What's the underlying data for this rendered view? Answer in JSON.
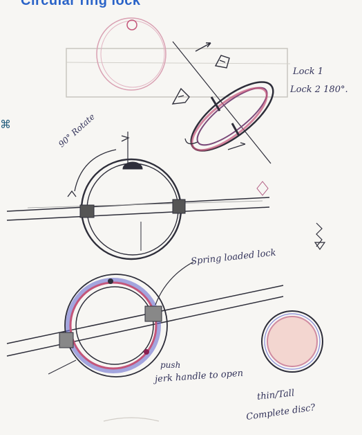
{
  "title": "Circular ring lock",
  "annotations": {
    "lock1": "Lock 1",
    "lock2": "Lock 2  180°.",
    "rotate": "90° Rotate",
    "spring": "Spring loaded lock",
    "push": "push",
    "jerk": "jerk handle to open",
    "thin": "thin/Tall",
    "complete": "Complete disc?"
  },
  "colors": {
    "ink": "#2e2e3a",
    "pink": "#c4567a",
    "blue": "#6a6fd0",
    "paper": "#f7f6f3"
  }
}
